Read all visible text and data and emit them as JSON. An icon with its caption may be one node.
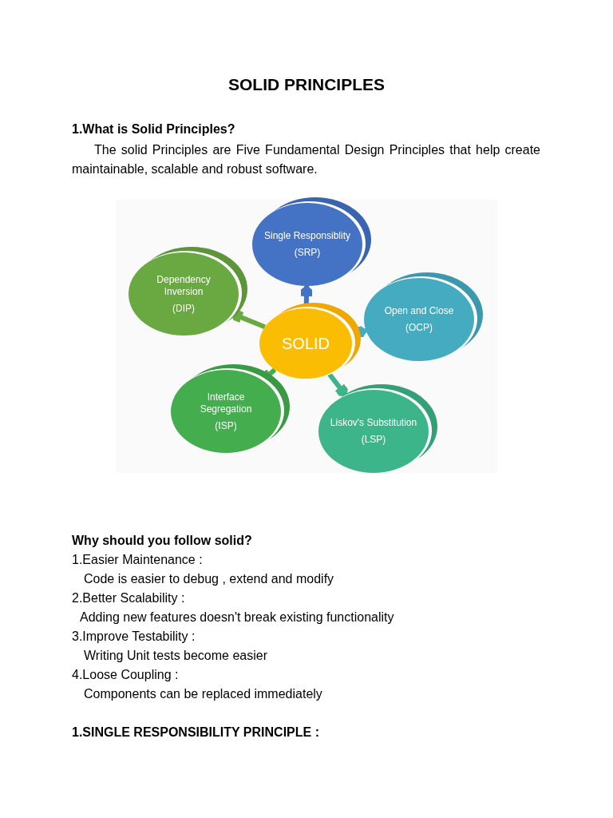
{
  "diagram": {
    "title": "SOLID PRINCIPLES",
    "nodes": [
      {
        "text": [
          "SOLID"
        ]
      },
      {
        "text": [
          "Single Responsiblity",
          "(SRP)"
        ]
      },
      {
        "text": [
          "Open and Close",
          "(OCP)"
        ]
      },
      {
        "text": [
          "Liskov's Substitution",
          "(LSP)"
        ]
      },
      {
        "text": [
          "Interface Segregation",
          "(ISP)"
        ]
      },
      {
        "text": [
          "Dependency Inversion",
          "(DIP)"
        ]
      }
    ],
    "edges": [
      {
        "from": 0,
        "to": 1,
        "arrow": "to",
        "color": "#4472c4"
      },
      {
        "from": 0,
        "to": 2,
        "arrow": "to",
        "color": "#45abc1"
      },
      {
        "from": 0,
        "to": 3,
        "arrow": "to",
        "color": "#3cb58a"
      },
      {
        "from": 0,
        "to": 4,
        "arrow": "to",
        "color": "#44ad4e"
      },
      {
        "from": 0,
        "to": 5,
        "arrow": "to",
        "color": "#6aa842"
      }
    ],
    "labels": [
      "1.What is Solid Principles?",
      "The solid Principles are Five Fundamental Design Principles that help create maintainable, scalable and robust software.",
      "Why should you follow solid?",
      "1.Easier Maintenance :",
      "Code is easier to debug , extend and modify",
      "2.Better Scalability :",
      "Adding new features doesn't break existing functionality",
      "3.Improve Testability :",
      "Writing Unit tests become easier",
      "4.Loose Coupling :",
      "Components can be replaced immediately",
      "1.SINGLE RESPONSIBILITY PRINCIPLE :"
    ]
  }
}
